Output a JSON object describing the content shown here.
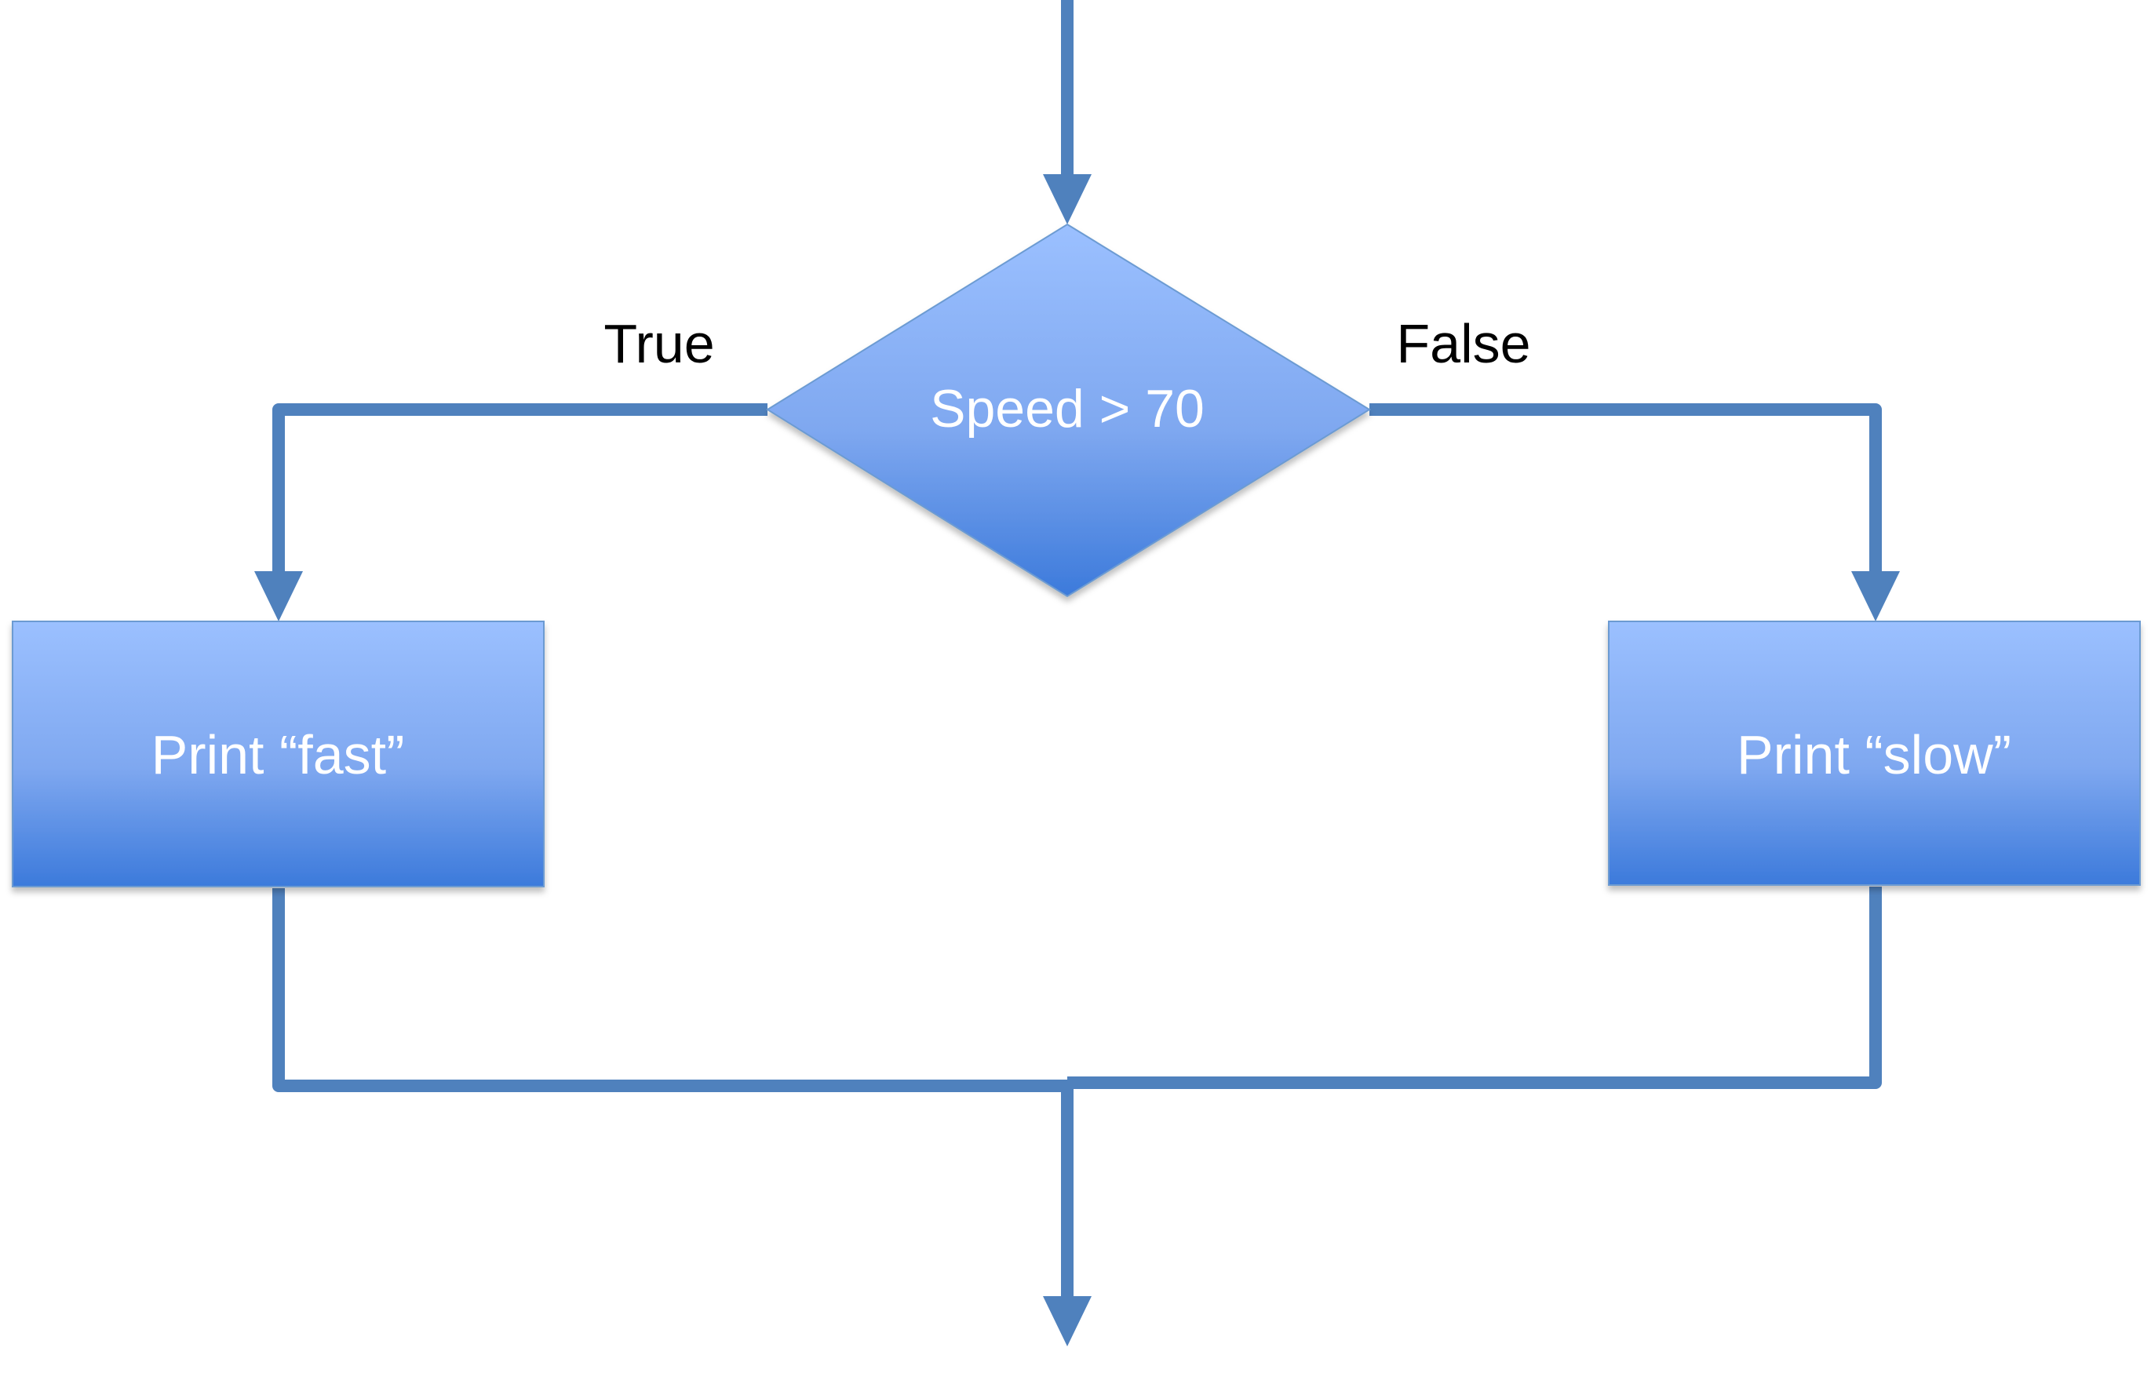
{
  "diagram": {
    "decision": {
      "text": "Speed > 70"
    },
    "branches": {
      "true_label": "True",
      "false_label": "False"
    },
    "process_left": {
      "text": "Print “fast”"
    },
    "process_right": {
      "text": "Print “slow”"
    },
    "colors": {
      "line": "#4F81BD",
      "shape_top": "#9BC0FF",
      "shape_bottom": "#3C7ADB",
      "shape_border": "#6C9BD2",
      "label": "#000000",
      "shape_text": "#FFFFFF"
    }
  }
}
